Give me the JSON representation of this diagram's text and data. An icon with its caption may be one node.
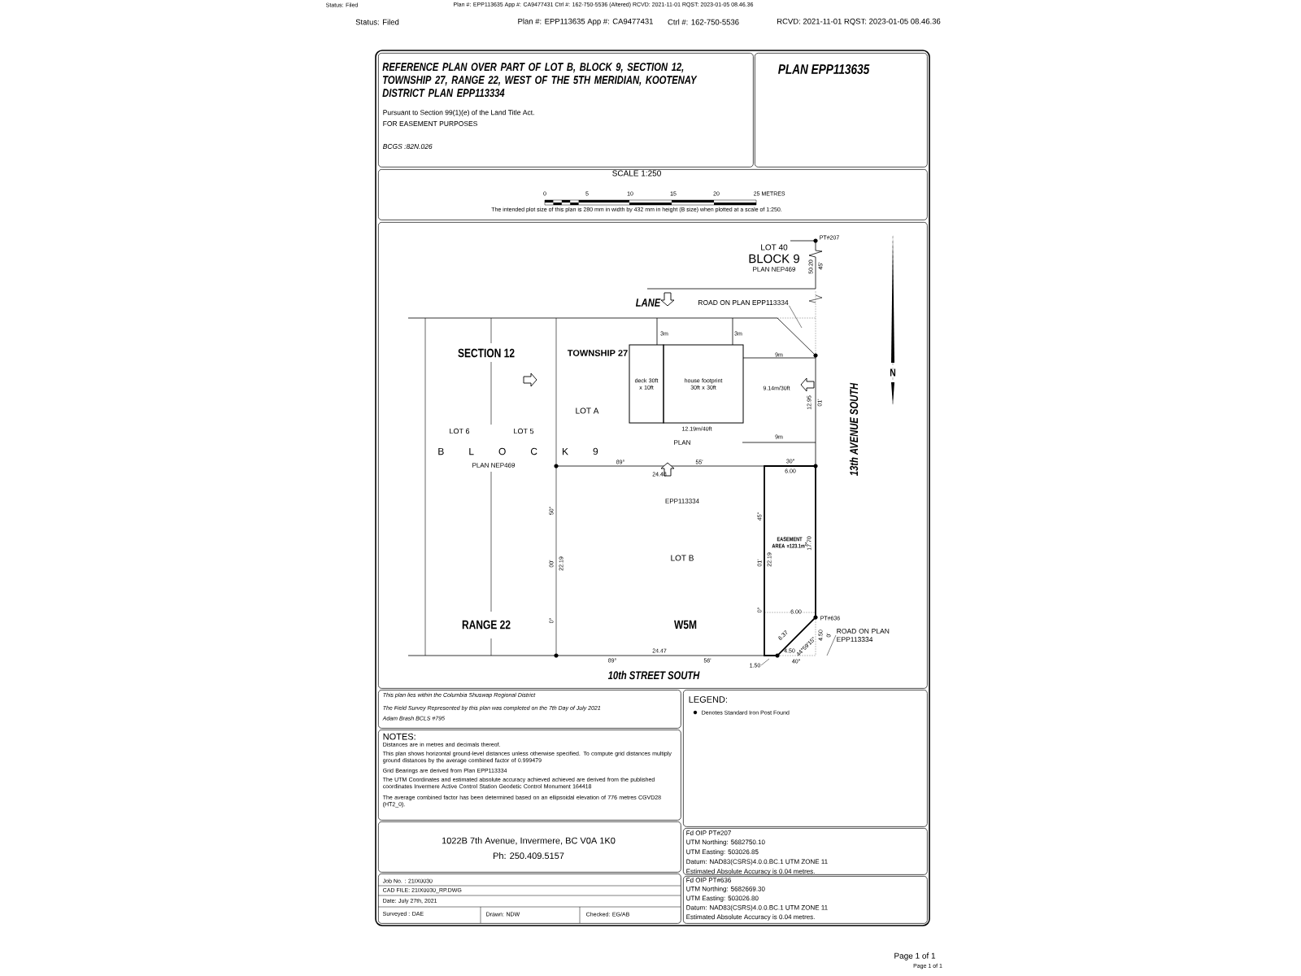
{
  "diagram": {
    "title": "REFERENCE PLAN OVER PART OF LOT B, BLOCK 9, SECTION 12, TOWNSHIP 27, RANGE 22, WEST OF THE 5TH MERIDIAN, KOOTENAY DISTRICT PLAN EPP113334",
    "nodes": [
      {
        "text": [
          "Pursuant to Section 99(1)(e) of the Land Title Act.",
          "FOR EASEMENT PURPOSES",
          "BCGS :82N.026"
        ]
      },
      {
        "text": [
          "PLAN EPP113635"
        ]
      },
      {
        "text": [
          "SCALE 1:250",
          "The intended plot size of this plan is 280 mm in width by 432 mm in height (B size) when plotted at a scale of 1:250."
        ]
      },
      {
        "text": [],
        "shape": "box"
      },
      {
        "text": [
          "deck 30ft x 10ft"
        ],
        "in": 3
      },
      {
        "text": [
          "house footprint 30ft x 30ft"
        ],
        "in": 3
      },
      {
        "text": [
          "EASEMENT AREA =123.1m$^{2}$"
        ],
        "in": 3
      },
      {
        "text": [
          "ROAD ON PLAN EPP113334"
        ],
        "in": 3
      },
      {
        "text": [
          "1.50"
        ],
        "in": 3
      },
      {
        "text": [
          "ROAD ON PLAN EPP113334"
        ],
        "in": 3
      },
      {
        "text": [
          "This plan lies within the Columbia Shuswap Regional District",
          "The Field Survey Represented by this plan was completed on the 7th Day of July 2021",
          "Adam Brash BCLS #795"
        ]
      },
      {
        "text": [
          "NOTES:",
          "Distances are in metres and decimals thereof.",
          "This plan shows horizontal ground-level distances unless otherwise specified. To compute grid distances multiply ground distances by the average combined factor of 0.999479",
          "Grid Bearings are derived from Plan EPP113334",
          "The UTM Coordinates and estimated absolute accuracy achieved achieved are derived from the published coordinates Invermere Active Control Station Geodetic Control Monument 164418",
          "The average combined factor has been determined based on an ellipsoidal elevation of 776 metres CGVD28 (HT2_0)."
        ]
      },
      {
        "text": [
          "LEGEND:"
        ]
      },
      {
        "text": [
          "1022B 7th Avenue, Invermere, BC V0A 1K0",
          "Ph: 250.409.5157"
        ]
      },
      {
        "text": [
          "Job No. : 21IX0030",
          "CAD FILE: 21IX0030_RP.DWG",
          "Date: July 27th, 2021",
          "Surveyed : DAE",
          "Drawn: NDW",
          "Checked: EG/AB"
        ]
      },
      {
        "text": [
          "Fd OIP PT#207",
          "UTM Northing: 5682750.10",
          "UTM Easting: 503026.85",
          "Datum: NAD83(CSRS)4.0.0.BC.1 UTM ZONE 11",
          "Estimated Absolute Accuracy is 0.04 metres."
        ]
      },
      {
        "text": [
          "Fd OIP PT#636",
          "UTM Northing: 5682669.30",
          "UTM Easting: 503026.80",
          "Datum: NAD83(CSRS)4.0.0.BC.1 UTM ZONE 11",
          "Estimated Absolute Accuracy is 0.04 metres."
        ]
      }
    ],
    "edges": [
      {
        "from": 7,
        "to": null,
        "arrow": "none"
      },
      {
        "from": 8,
        "to": null,
        "arrow": "none"
      },
      {
        "from": 9,
        "to": null,
        "arrow": "none"
      }
    ],
    "labels": [
      "Status: Filed",
      "Plan #: EPP113635 App #: CA9477431 Ctrl #: 162-750-5536 (Altered) RCVD: 2021-11-01 RQST: 2023-01-05 08.46.36",
      "Status: Filed",
      "Plan #: EPP113635 App #: CA9477431",
      "Ctrl #: 162-750-5536",
      "RCVD: 2021-11-01 RQST: 2023-01-05 08.46.36",
      "0",
      "5",
      "10",
      "15",
      "20",
      "25 METRES",
      "LOT 40",
      "BLOCK 9",
      "PLAN NEP469",
      "PT#207",
      "50.20",
      "45'",
      "LANE",
      "3m",
      "3m",
      "SECTION 12",
      "TOWNSHIP 27",
      "9m",
      "9.14m/30ft",
      "LOT A",
      "12.95",
      "01'",
      "LOT 6",
      "LOT 5",
      "12.19m/40ft",
      "9m",
      "B L O C K 9",
      "PLAN",
      "PLAN NEP469",
      "89°",
      "55'",
      "30\"",
      "24.48",
      "6.00",
      "EPP113334",
      "50\"",
      "45\"",
      "17.70",
      "LOT B",
      "00'",
      "22.19",
      "01'",
      "22.19",
      "0°",
      "0°",
      "6.00",
      "PT#636",
      "RANGE 22",
      "W5M",
      "6.37",
      "44°59'15\"",
      "4.50",
      "0'",
      "24.47",
      "4.50",
      "89°",
      "56'",
      "40\"",
      "10th STREET SOUTH",
      "13th AVENUE SOUTH",
      "N",
      "Page 1 of 1",
      "Page 1 of 1"
    ],
    "legend": [
      {
        "text": "Denotes Standard Iron Post Found"
      }
    ]
  }
}
